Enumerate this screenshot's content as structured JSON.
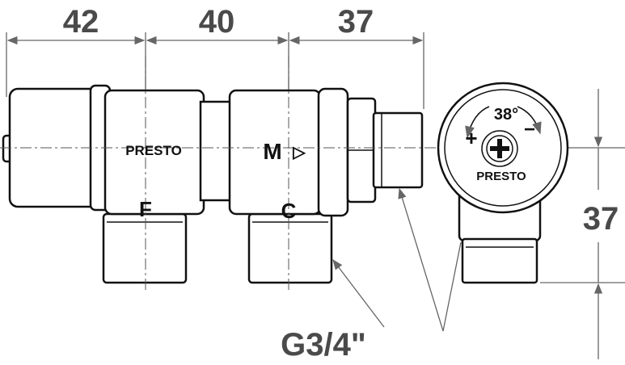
{
  "dimensions": {
    "d1": "42",
    "d2": "40",
    "d3": "37",
    "height": "37"
  },
  "thread_label": "G3/4\"",
  "body_labels": {
    "brand_side": "PRESTO",
    "mixed": "M",
    "mixed_arrow": "▷",
    "cold": "C",
    "hot": "F"
  },
  "dial": {
    "temperature": "38°",
    "plus": "+",
    "minus": "−",
    "brand": "PRESTO"
  },
  "colors": {
    "dimension": "#4a4a4a",
    "outline": "#111111"
  }
}
